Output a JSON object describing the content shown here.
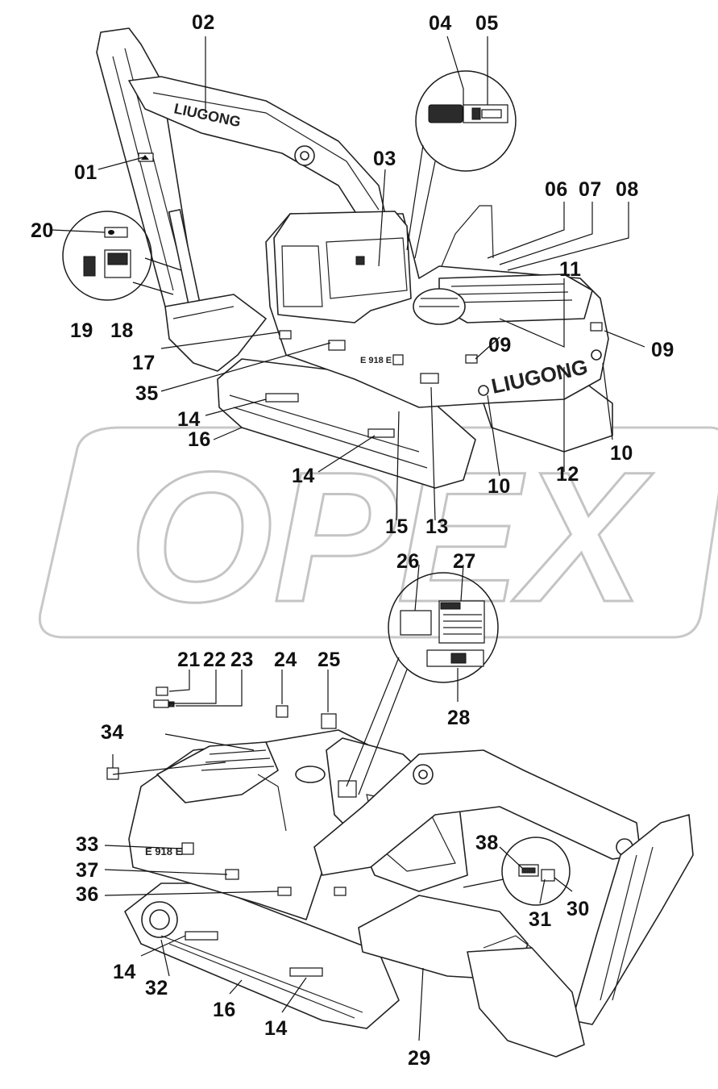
{
  "watermark": {
    "text": "OPEX"
  },
  "brand": {
    "text": "LIUGONG",
    "model": "E 918 E"
  },
  "callouts": {
    "c01": "01",
    "c02": "02",
    "c03": "03",
    "c04": "04",
    "c05": "05",
    "c06": "06",
    "c07": "07",
    "c08": "08",
    "c09a": "09",
    "c09b": "09",
    "c10a": "10",
    "c10b": "10",
    "c11": "11",
    "c12": "12",
    "c13": "13",
    "c14a": "14",
    "c14b": "14",
    "c14c": "14",
    "c14d": "14",
    "c15": "15",
    "c16a": "16",
    "c16b": "16",
    "c17": "17",
    "c18": "18",
    "c19": "19",
    "c20": "20",
    "c21": "21",
    "c22": "22",
    "c23": "23",
    "c24": "24",
    "c25": "25",
    "c26": "26",
    "c27": "27",
    "c28": "28",
    "c29": "29",
    "c30": "30",
    "c31": "31",
    "c32": "32",
    "c33": "33",
    "c34": "34",
    "c35": "35",
    "c36": "36",
    "c37": "37",
    "c38": "38"
  },
  "colors": {
    "ink": "#111111",
    "watermark": "#c4c4c4",
    "paper": "#ffffff"
  }
}
